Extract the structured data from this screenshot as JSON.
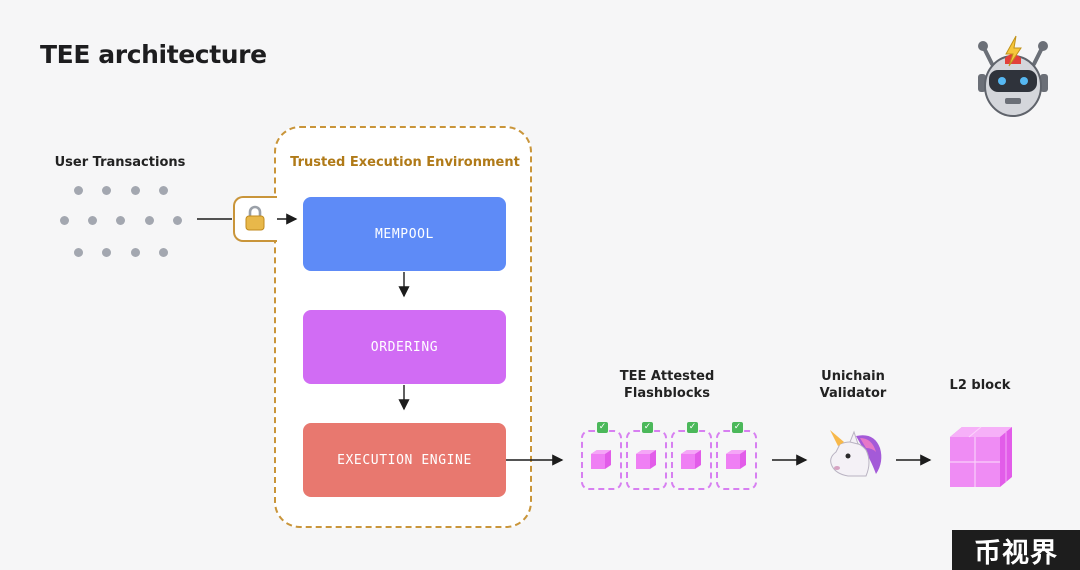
{
  "title": "TEE architecture",
  "user_transactions": {
    "label": "User Transactions",
    "dot_rows": [
      4,
      5,
      4
    ]
  },
  "tee": {
    "label": "Trusted Execution Environment",
    "lock_icon": "padlock-icon",
    "stages": [
      {
        "label": "MEMPOOL",
        "color": "#5e8bf7"
      },
      {
        "label": "ORDERING",
        "color": "#d16cf4"
      },
      {
        "label": "EXECUTION ENGINE",
        "color": "#e8786f"
      }
    ]
  },
  "flashblocks": {
    "label_line1": "TEE Attested",
    "label_line2": "Flashblocks",
    "count": 4,
    "color": "#d77ff1",
    "check_icon": "checkmark-icon"
  },
  "validator": {
    "label_line1": "Unichain",
    "label_line2": "Validator",
    "icon": "unicorn-icon"
  },
  "l2_block": {
    "label": "L2 block",
    "icon": "cube-icon",
    "color": "#ef8cf4"
  },
  "logo_icon": "robot-icon",
  "watermark": "币视界"
}
